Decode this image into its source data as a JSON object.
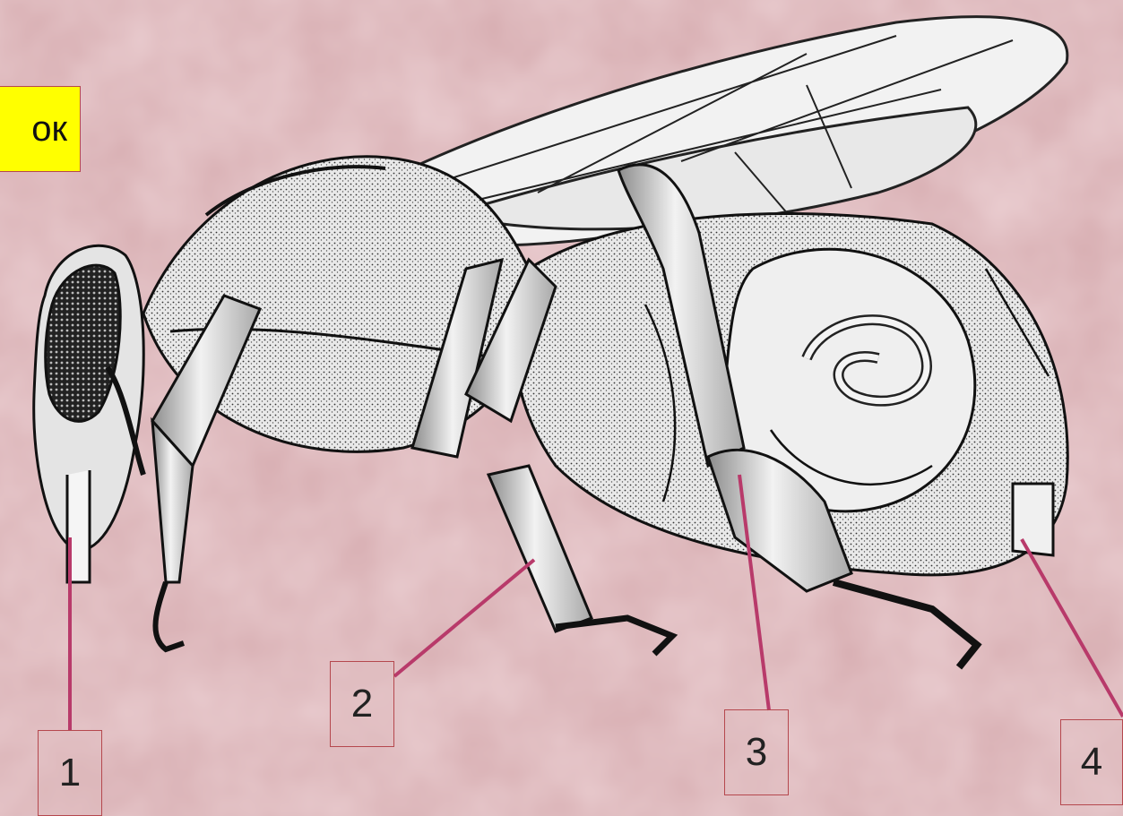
{
  "title_fragment": "ок",
  "labels": [
    "1",
    "2",
    "3",
    "4"
  ],
  "colors": {
    "background": "#d9b0b4",
    "leader_line": "#b83a6a",
    "title_box": "#ffff00"
  }
}
